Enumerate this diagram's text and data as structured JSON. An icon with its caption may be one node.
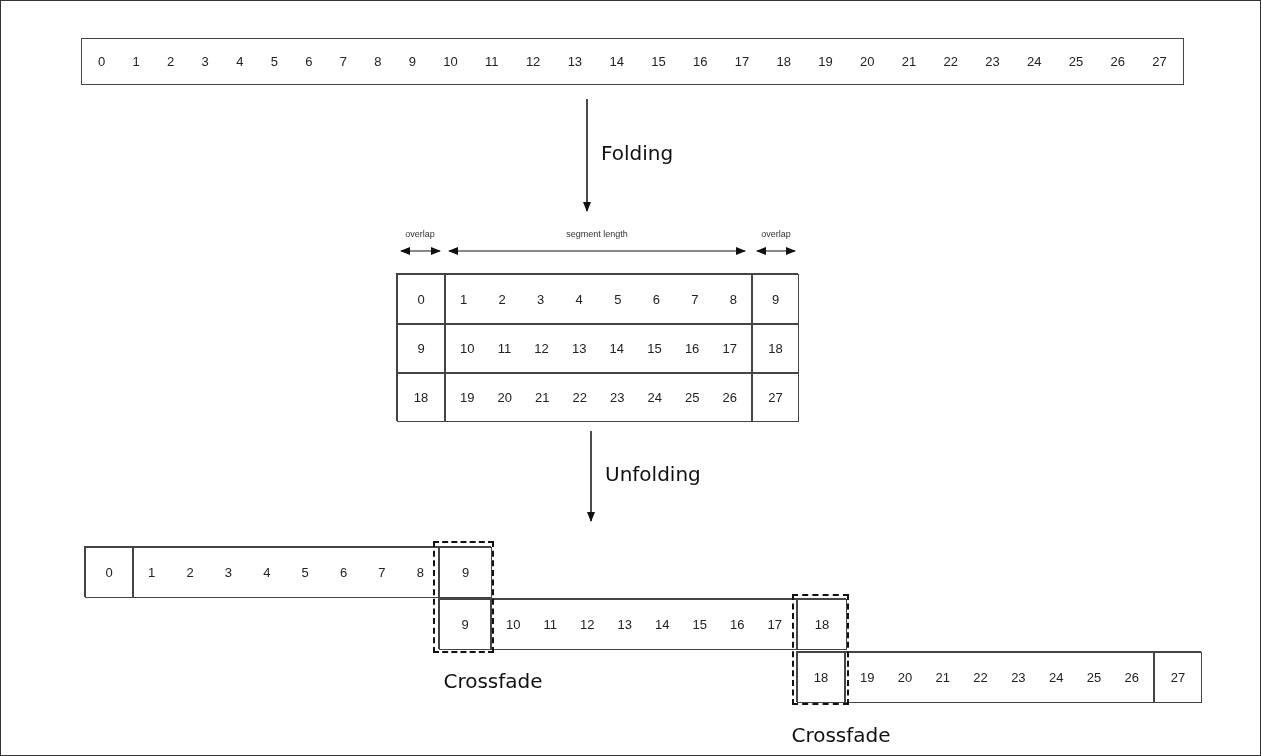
{
  "diagram": {
    "nodes": [
      {
        "text": [
          "0",
          "1",
          "2",
          "3",
          "4",
          "5",
          "6",
          "7",
          "8",
          "9",
          "10",
          "11",
          "12",
          "13",
          "14",
          "15",
          "16",
          "17",
          "18",
          "19",
          "20",
          "21",
          "22",
          "23",
          "24",
          "25",
          "26",
          "27"
        ]
      },
      {
        "text": [],
        "shape": "box"
      },
      {
        "text": [
          "0"
        ],
        "in": 1
      },
      {
        "text": [
          "1",
          "2",
          "3",
          "4",
          "5",
          "6",
          "7",
          "8"
        ],
        "in": 1
      },
      {
        "text": [
          "9"
        ],
        "in": 1
      },
      {
        "text": [
          "9"
        ],
        "in": 1
      },
      {
        "text": [
          "10",
          "11",
          "12",
          "13",
          "14",
          "15",
          "16",
          "17"
        ],
        "in": 1
      },
      {
        "text": [
          "18"
        ],
        "in": 1
      },
      {
        "text": [
          "18"
        ],
        "in": 1
      },
      {
        "text": [
          "19",
          "20",
          "21",
          "22",
          "23",
          "24",
          "25",
          "26"
        ],
        "in": 1
      },
      {
        "text": [
          "27"
        ],
        "in": 1
      },
      {
        "text": [],
        "shape": "box"
      },
      {
        "text": [
          "0"
        ],
        "in": 11
      },
      {
        "text": [
          "1",
          "2",
          "3",
          "4",
          "5",
          "6",
          "7",
          "8"
        ],
        "in": 11
      },
      {
        "text": [
          "9"
        ],
        "in": 11
      },
      {
        "text": [],
        "shape": "box"
      },
      {
        "text": [
          "9"
        ],
        "in": 15
      },
      {
        "text": [
          "10",
          "11",
          "12",
          "13",
          "14",
          "15",
          "16",
          "17"
        ],
        "in": 15
      },
      {
        "text": [
          "18"
        ],
        "in": 15
      },
      {
        "text": [],
        "shape": "box"
      },
      {
        "text": [
          "18"
        ],
        "in": 19
      },
      {
        "text": [
          "19",
          "20",
          "21",
          "22",
          "23",
          "24",
          "25",
          "26"
        ],
        "in": 19
      },
      {
        "text": [
          "27"
        ],
        "in": 19
      }
    ],
    "edges": [
      {
        "from": 0,
        "to": 1,
        "arrow": "to",
        "label": "Folding"
      },
      {
        "from": 1,
        "to": null,
        "arrow": "to",
        "label": "Unfolding"
      }
    ],
    "labels": [
      "overlap",
      "segment length",
      "overlap",
      "Crossfade",
      "Crossfade"
    ]
  }
}
